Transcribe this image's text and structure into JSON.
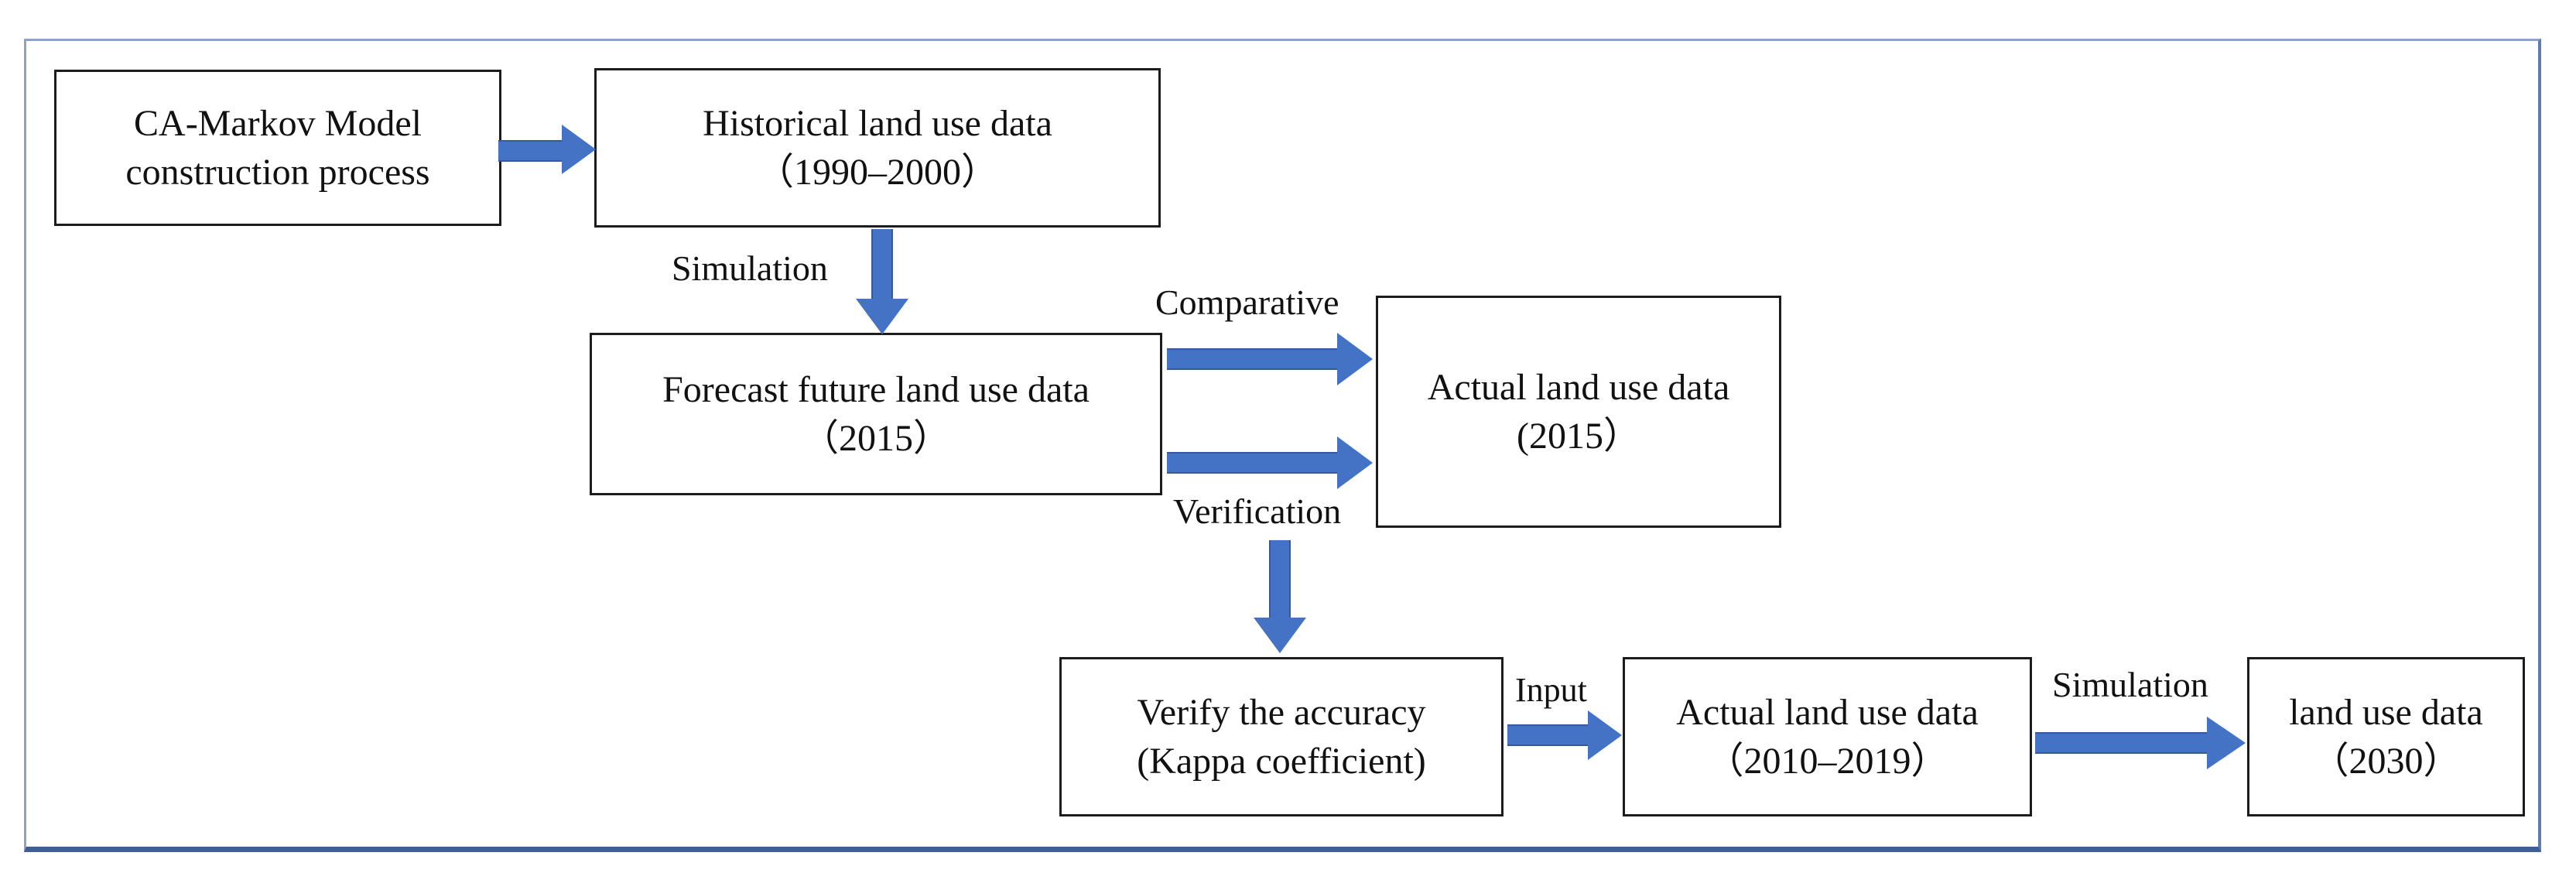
{
  "diagram_title": "CA-Markov Model construction process",
  "colors": {
    "arrow": "#4472c4",
    "arrow_edge": "#35589e",
    "frame": "#8ea3c7",
    "frame_right": "#5f7cb0",
    "frame_bottom": "#3e5f95",
    "box_border": "#1c1c1c"
  },
  "boxes": [
    {
      "name": "ca-markov-model",
      "line1": "CA-Markov Model",
      "line2": "construction process"
    },
    {
      "name": "historical-land-use",
      "line1": "Historical land use data",
      "line2": "（1990–2000）"
    },
    {
      "name": "forecast-future-land-use",
      "line1": "Forecast future land use data",
      "line2": "（2015）"
    },
    {
      "name": "actual-land-use-2015",
      "line1": "Actual land use data",
      "line2": "(2015）"
    },
    {
      "name": "verify-accuracy",
      "line1": "Verify the accuracy",
      "line2": "(Kappa coefficient)"
    },
    {
      "name": "actual-land-use-2010-2019",
      "line1": "Actual land use data",
      "line2": "（2010–2019）"
    },
    {
      "name": "land-use-2030",
      "line1": "land use data",
      "line2": "（2030）"
    }
  ],
  "labels": {
    "simulation1": "Simulation",
    "comparative": "Comparative",
    "verification": "Verification",
    "input": "Input",
    "simulation2": "Simulation"
  }
}
